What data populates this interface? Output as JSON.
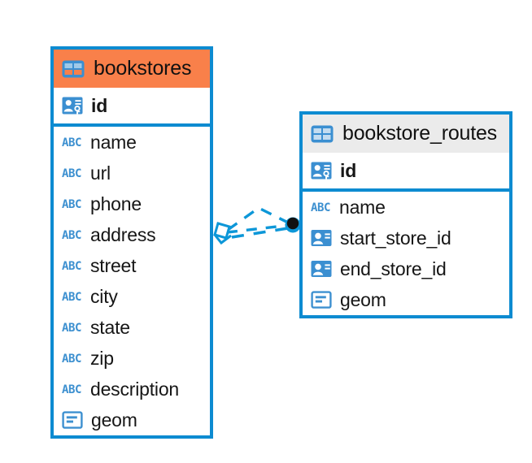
{
  "diagram": {
    "type": "entity-relationship-diagram",
    "background": "#ffffff",
    "colors": {
      "border": "#0d8bd1",
      "accent_orange": "#f9804a",
      "accent_grey": "#ebebeb",
      "icon_blue": "#3d90d0",
      "icon_blue_solid": "#3b8fd1",
      "connector": "#0d97d8",
      "endpoint_fill": "#111111",
      "text": "#161616"
    },
    "entities": [
      {
        "id": "bookstores",
        "name": "bookstores",
        "header_icon": "table-icon",
        "header_style": "accent-orange",
        "primary_key": {
          "name": "id",
          "icon": "primary-key-icon"
        },
        "fields": [
          {
            "name": "name",
            "icon": "abc-text-icon"
          },
          {
            "name": "url",
            "icon": "abc-text-icon"
          },
          {
            "name": "phone",
            "icon": "abc-text-icon"
          },
          {
            "name": "address",
            "icon": "abc-text-icon"
          },
          {
            "name": "street",
            "icon": "abc-text-icon"
          },
          {
            "name": "city",
            "icon": "abc-text-icon"
          },
          {
            "name": "state",
            "icon": "abc-text-icon"
          },
          {
            "name": "zip",
            "icon": "abc-text-icon"
          },
          {
            "name": "description",
            "icon": "abc-text-icon"
          },
          {
            "name": "geom",
            "icon": "geometry-icon"
          }
        ]
      },
      {
        "id": "bookstore_routes",
        "name": "bookstore_routes",
        "header_icon": "table-icon",
        "header_style": "accent-grey",
        "primary_key": {
          "name": "id",
          "icon": "primary-key-icon"
        },
        "fields": [
          {
            "name": "name",
            "icon": "abc-text-icon"
          },
          {
            "name": "start_store_id",
            "icon": "foreign-key-icon"
          },
          {
            "name": "end_store_id",
            "icon": "foreign-key-icon"
          },
          {
            "name": "geom",
            "icon": "geometry-icon"
          }
        ]
      }
    ],
    "relationship": {
      "from_entity": "bookstores",
      "to_entity": "bookstore_routes",
      "line_style": "dashed",
      "source_endpoint": "crows-foot-diamond",
      "target_endpoint": "filled-circle"
    }
  }
}
